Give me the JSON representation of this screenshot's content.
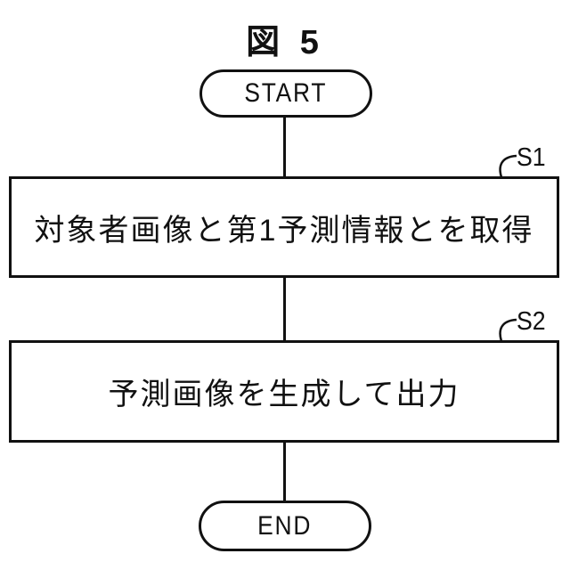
{
  "figure": {
    "title": "図 5",
    "nodes": [
      {
        "id": "start",
        "type": "terminal",
        "label": "START"
      },
      {
        "id": "step1",
        "type": "process",
        "label": "対象者画像と第1予測情報とを取得",
        "step": "S1"
      },
      {
        "id": "step2",
        "type": "process",
        "label": "予測画像を生成して出力",
        "step": "S2"
      },
      {
        "id": "end",
        "type": "terminal",
        "label": "END"
      }
    ],
    "connections": [
      {
        "from": "start",
        "to": "step1"
      },
      {
        "from": "step1",
        "to": "step2"
      },
      {
        "from": "step2",
        "to": "end"
      }
    ]
  },
  "colors": {
    "ink": "#111111",
    "background": "#ffffff"
  }
}
